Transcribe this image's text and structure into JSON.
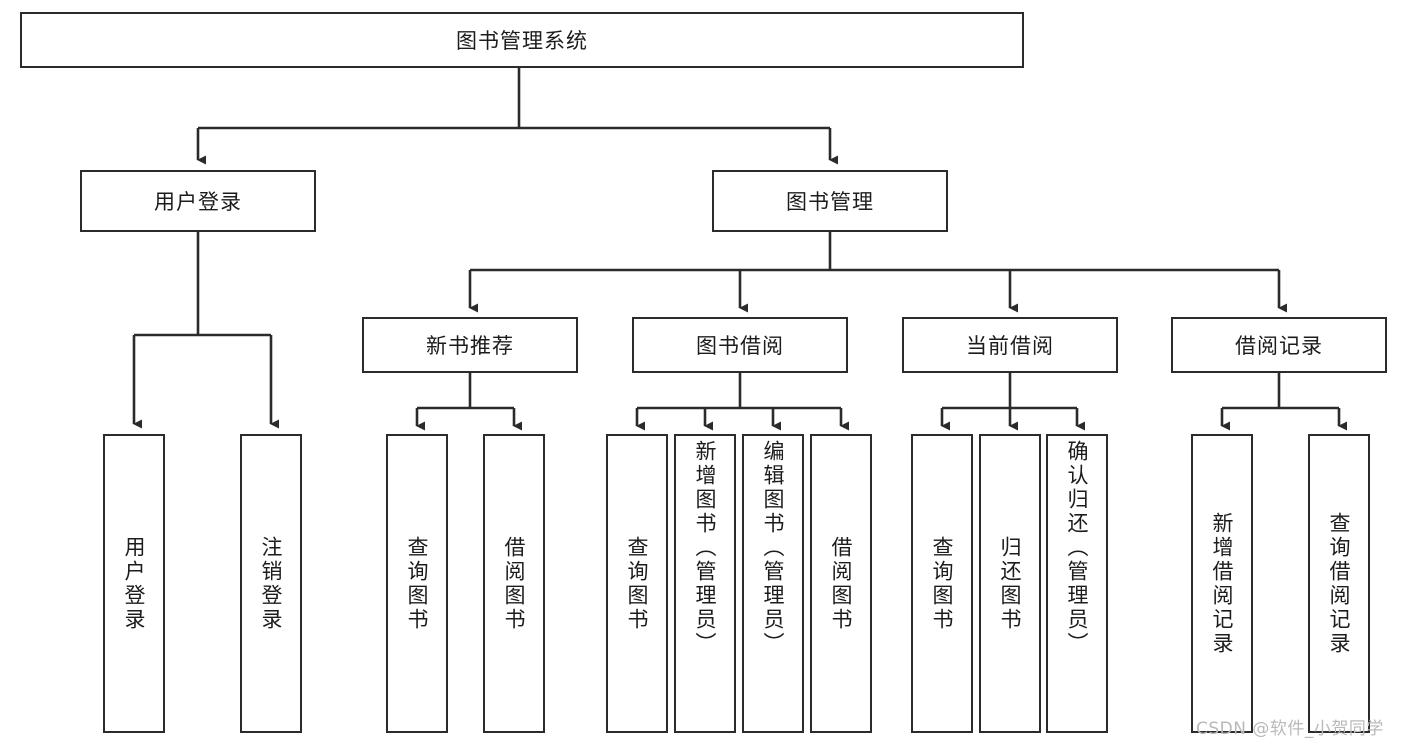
{
  "diagram": {
    "title": "图书管理系统",
    "root": {
      "label": "图书管理系统"
    },
    "level2": [
      {
        "label": "用户登录"
      },
      {
        "label": "图书管理"
      }
    ],
    "level3": [
      {
        "label": "新书推荐"
      },
      {
        "label": "图书借阅"
      },
      {
        "label": "当前借阅"
      },
      {
        "label": "借阅记录"
      }
    ],
    "leaves": {
      "user_login": [
        {
          "label": "用户登录"
        },
        {
          "label": "注销登录"
        }
      ],
      "new_book_recommend": [
        {
          "label": "查询图书"
        },
        {
          "label": "借阅图书"
        }
      ],
      "book_borrow": [
        {
          "label": "查询图书"
        },
        {
          "label": "新增图书（管理员）"
        },
        {
          "label": "编辑图书（管理员）"
        },
        {
          "label": "借阅图书"
        }
      ],
      "current_borrow": [
        {
          "label": "查询图书"
        },
        {
          "label": "归还图书"
        },
        {
          "label": "确认归还（管理员）"
        }
      ],
      "borrow_record": [
        {
          "label": "新增借阅记录"
        },
        {
          "label": "查询借阅记录"
        }
      ]
    }
  },
  "watermark": {
    "text": "CSDN @软件_小贺同学"
  },
  "colors": {
    "box_border": "#2b2b2b",
    "text": "#1c1c1c",
    "background": "#ffffff",
    "watermark": "#b9b9b9"
  }
}
